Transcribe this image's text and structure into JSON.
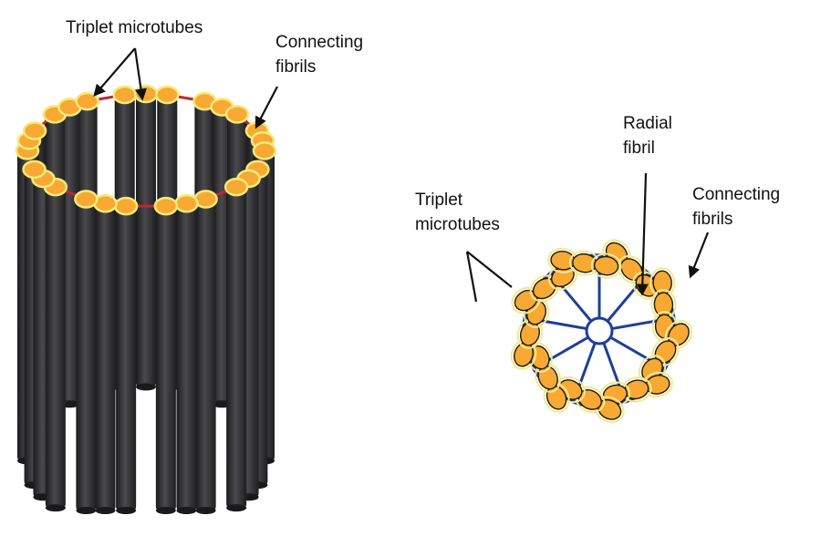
{
  "left_figure": {
    "label_triplet": "Triplet microtubes",
    "label_connecting_line1": "Connecting",
    "label_connecting_line2": "fibrils"
  },
  "right_figure": {
    "label_radial_line1": "Radial",
    "label_radial_line2": "fibril",
    "label_triplet_line1": "Triplet",
    "label_triplet_line2": "microtubes",
    "label_connecting_line1": "Connecting",
    "label_connecting_line2": "fibrils"
  },
  "colors": {
    "tube_fill": "#2b2b2d",
    "tube_highlight": "#4a4a4e",
    "tube_cap": "#f7a933",
    "tube_cap_outline": "#f4ea7a",
    "connecting_fibril": "#c4242f",
    "radial_fibril": "#1d3f9a",
    "ellipse_outline": "#1a1a1a",
    "label_text": "#111111"
  }
}
